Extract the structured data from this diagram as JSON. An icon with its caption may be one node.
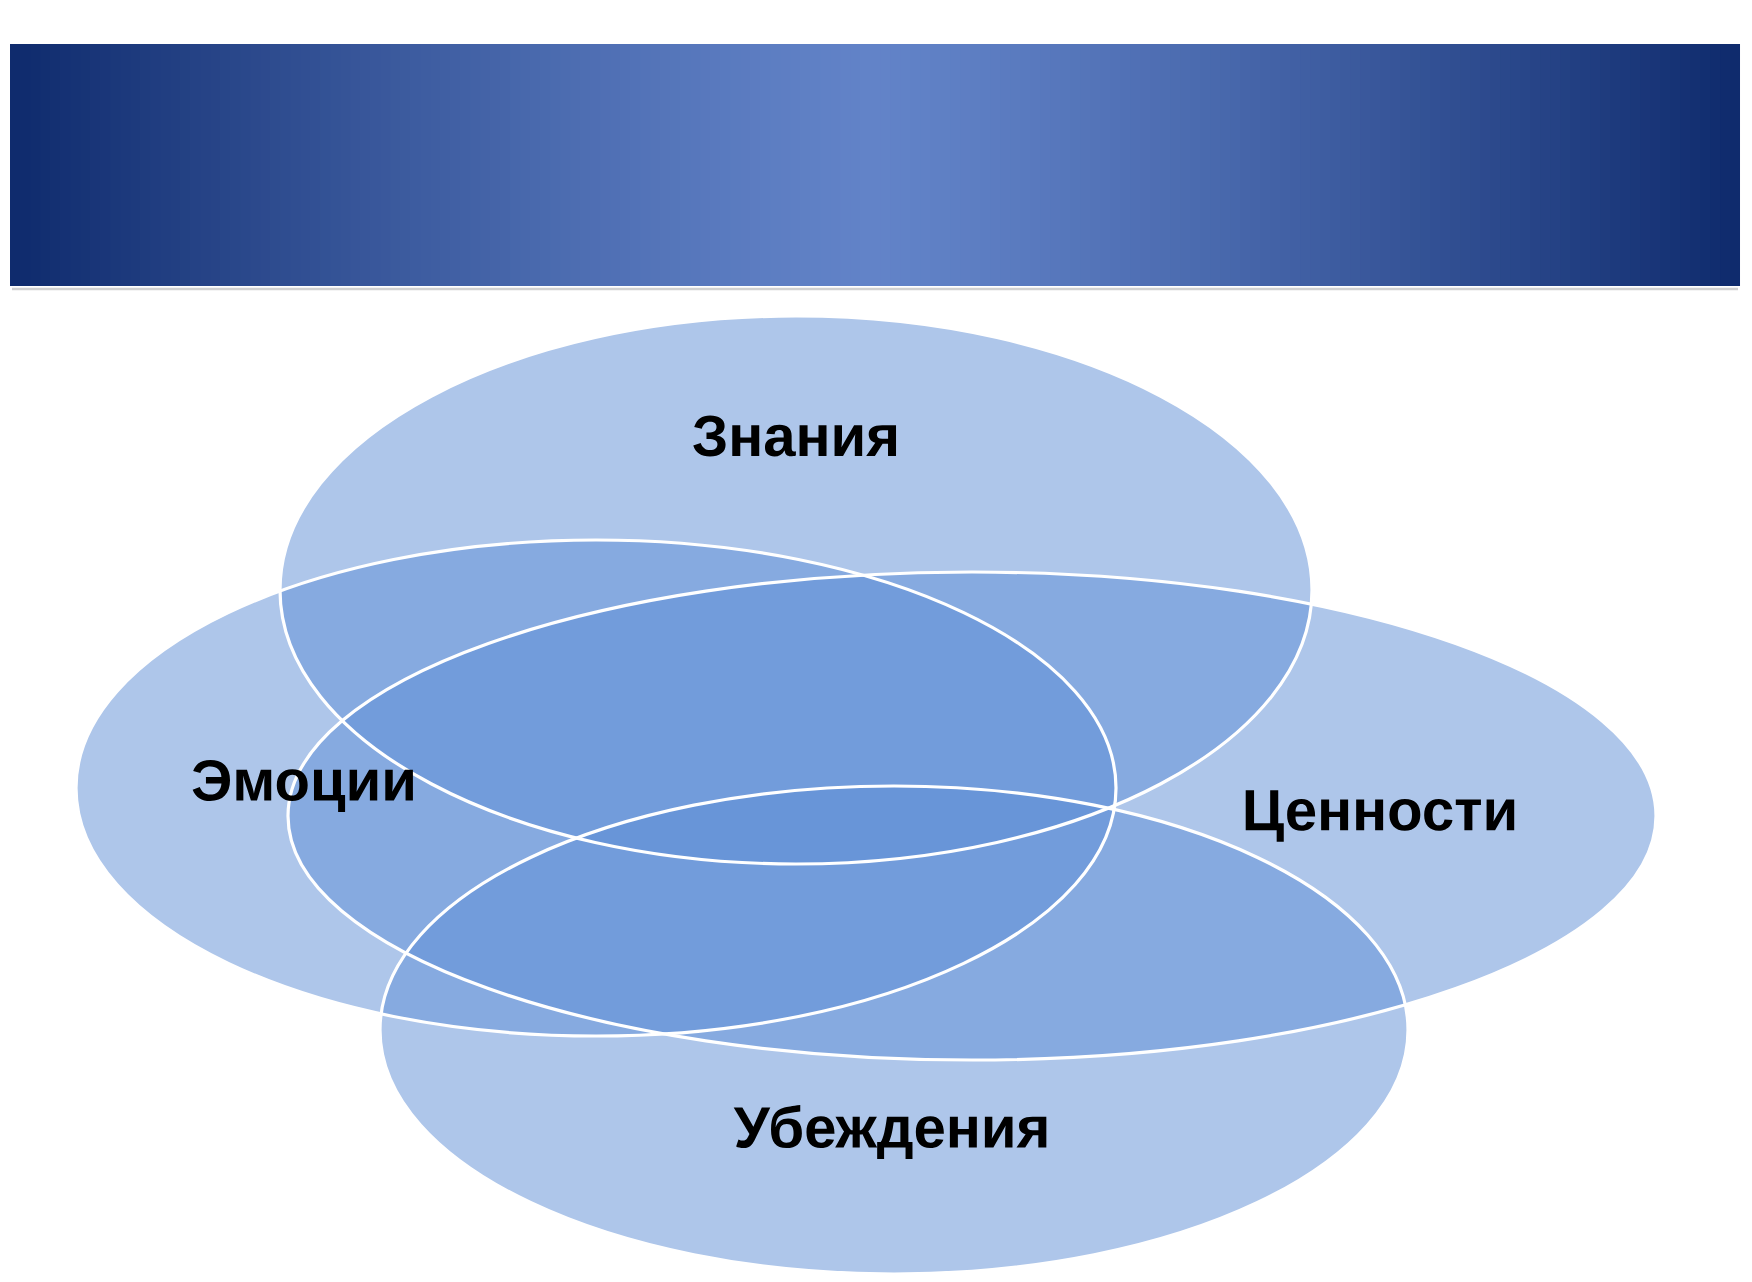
{
  "diagram": {
    "nodes": [
      {
        "text": [
          "Знания"
        ]
      },
      {
        "text": [
          "Эмоции"
        ]
      },
      {
        "text": [
          "Ценности"
        ]
      },
      {
        "text": [
          "Убеждения"
        ]
      }
    ]
  }
}
